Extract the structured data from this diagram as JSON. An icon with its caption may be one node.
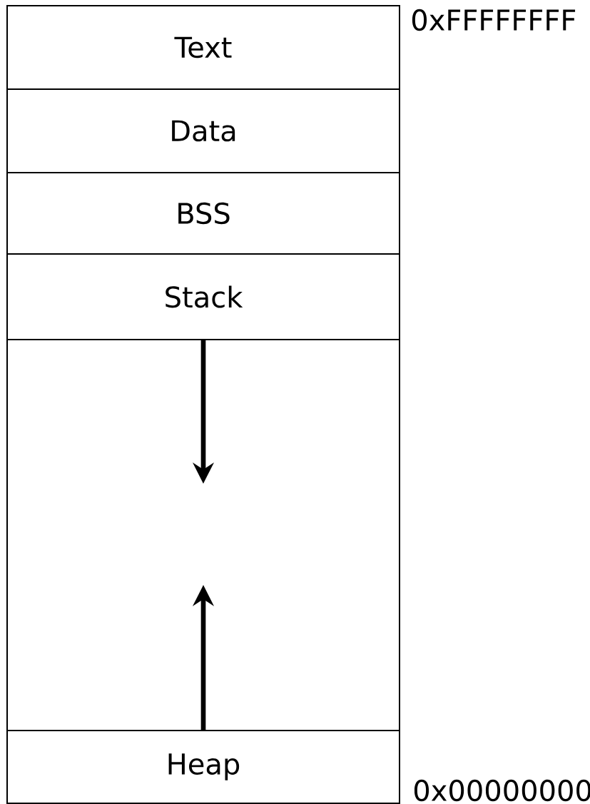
{
  "diagram": {
    "nodes": [
      {
        "text": [
          "Text"
        ]
      },
      {
        "text": [
          "Data"
        ]
      },
      {
        "text": [
          "BSS"
        ]
      },
      {
        "text": [
          "Stack"
        ]
      },
      {
        "text": [
          "Heap"
        ]
      }
    ],
    "edges": [
      {
        "from": 3,
        "to": null,
        "arrow": "to"
      },
      {
        "from": 4,
        "to": null,
        "arrow": "to"
      }
    ],
    "labels": [
      "0xFFFFFFFF",
      "0x00000000"
    ]
  }
}
